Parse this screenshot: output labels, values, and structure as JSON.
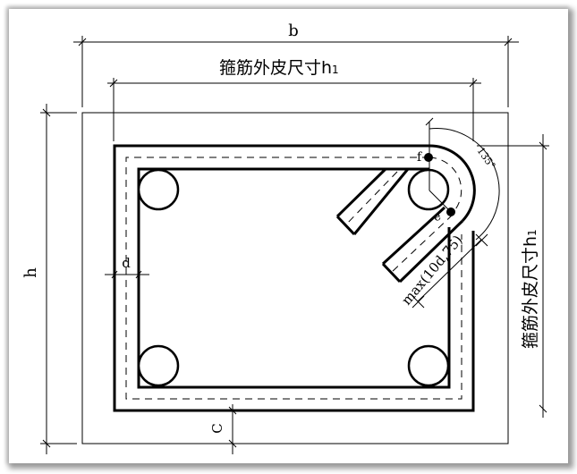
{
  "diagram": {
    "title": "Stirrup section dimension diagram",
    "labels": {
      "width": "b",
      "height": "h",
      "stirrup_outer_top": "箍筋外皮尺寸h",
      "stirrup_outer_top_sub": "1",
      "stirrup_outer_right": "箍筋外皮尺寸h",
      "stirrup_outer_right_sub": "1",
      "bar_diameter": "d",
      "cover": "C",
      "hook_angle": "135°",
      "hook_length": "max(10d,75)",
      "point_f": "f",
      "point_e": "e"
    },
    "elements": {
      "longitudinal_bars": 4,
      "bar_positions": [
        "top-left",
        "top-right",
        "bottom-left",
        "bottom-right"
      ]
    },
    "colors": {
      "line": "#000000",
      "background": "#ffffff",
      "shadow": "#9a9a9a"
    }
  }
}
